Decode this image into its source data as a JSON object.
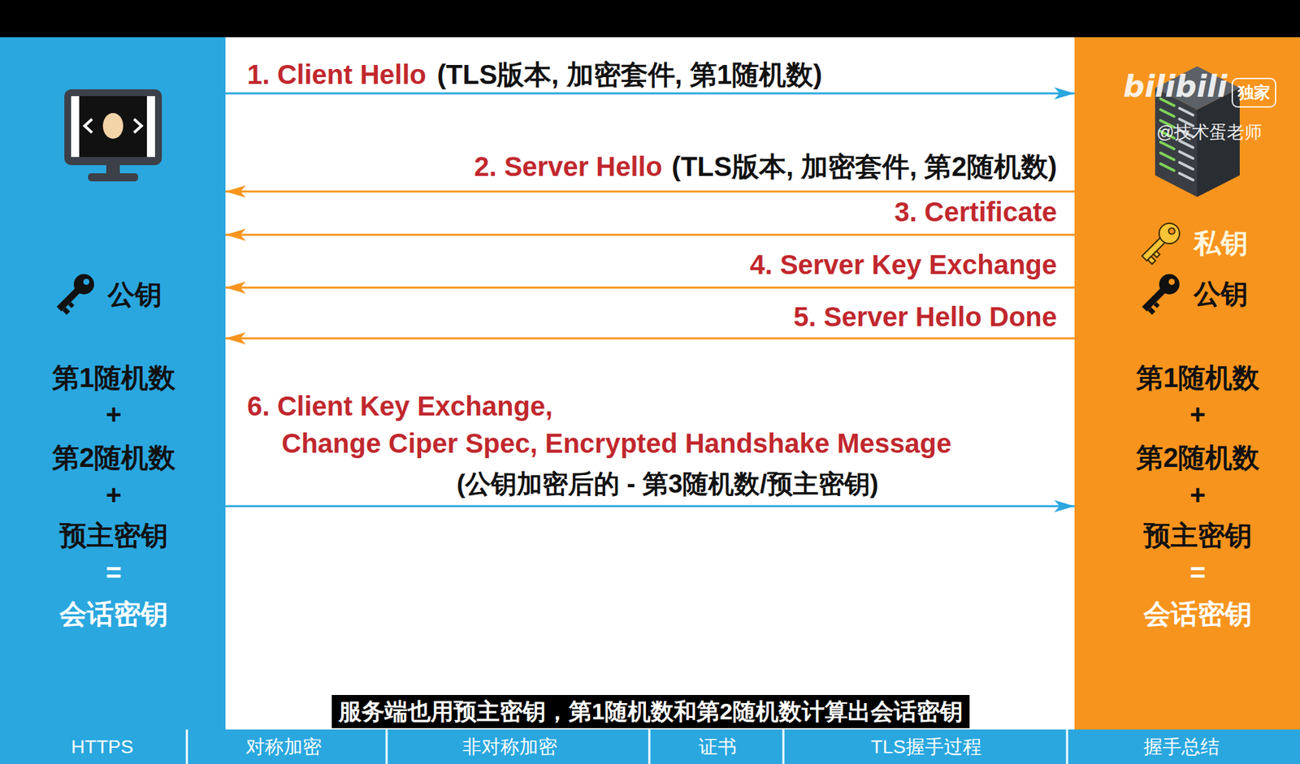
{
  "diagram": {
    "caption": "服务端也用预主密钥，第1随机数和第2随机数计算出会话密钥",
    "nodes": [
      {
        "text": [
          "公钥",
          "第1随机数",
          "+",
          "第2随机数",
          "+",
          "预主密钥",
          "=",
          "会话密钥"
        ]
      },
      {
        "text": [
          "私钥",
          "公钥",
          "第1随机数",
          "+",
          "第2随机数",
          "+",
          "预主密钥",
          "=",
          "会话密钥"
        ]
      }
    ],
    "edges": [
      {
        "from": 0,
        "to": 1,
        "label": "1. Client Hello",
        "arrow": "to"
      },
      {
        "from": 1,
        "to": 0,
        "label": "2. Server Hello",
        "arrow": "to"
      },
      {
        "from": 1,
        "to": 0,
        "label": "3. Certificate",
        "arrow": "to"
      },
      {
        "from": 1,
        "to": 0,
        "label": "4. Server Key Exchange",
        "arrow": "to"
      },
      {
        "from": 1,
        "to": 0,
        "label": "5. Server Hello Done",
        "arrow": "to"
      },
      {
        "from": 0,
        "to": 1,
        "label": "6. Client Key Exchange, Change Ciper Spec, Encrypted Handshake Message",
        "arrow": "to"
      }
    ],
    "labels": [
      "(TLS版本, 加密套件, 第1随机数)",
      "(TLS版本, 加密套件, 第2随机数)",
      "(公钥加密后的 - 第3随机数/预主密钥)",
      "bilibili",
      "独家",
      "@技术蛋老师",
      "HTTPS",
      "对称加密",
      "非对称加密",
      "证书",
      "TLS握手过程",
      "握手总结"
    ]
  }
}
